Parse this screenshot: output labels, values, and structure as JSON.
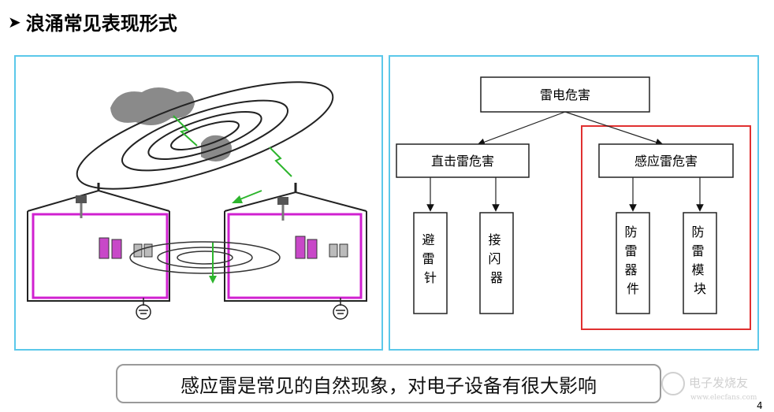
{
  "title": {
    "bullet": "➤",
    "text": "浪涌常见表现形式"
  },
  "tree": {
    "root": "雷电危害",
    "branch_left": "直击雷危害",
    "branch_right": "感应雷危害",
    "leaf_1": [
      "避",
      "雷",
      "针"
    ],
    "leaf_2": [
      "接",
      "闪",
      "器"
    ],
    "leaf_3": [
      "防",
      "雷",
      "器",
      "件"
    ],
    "leaf_4": [
      "防",
      "雷",
      "模",
      "块"
    ]
  },
  "caption": "感应雷是常见的自然现象，对电子设备有很大影响",
  "watermark": {
    "cn": "电子发烧友",
    "url": "www.elecfans.com"
  },
  "page_number": "4",
  "colors": {
    "panel_border": "#5bc8ea",
    "highlight": "#e03030",
    "magenta": "#d020d0",
    "green": "#2db52d"
  }
}
